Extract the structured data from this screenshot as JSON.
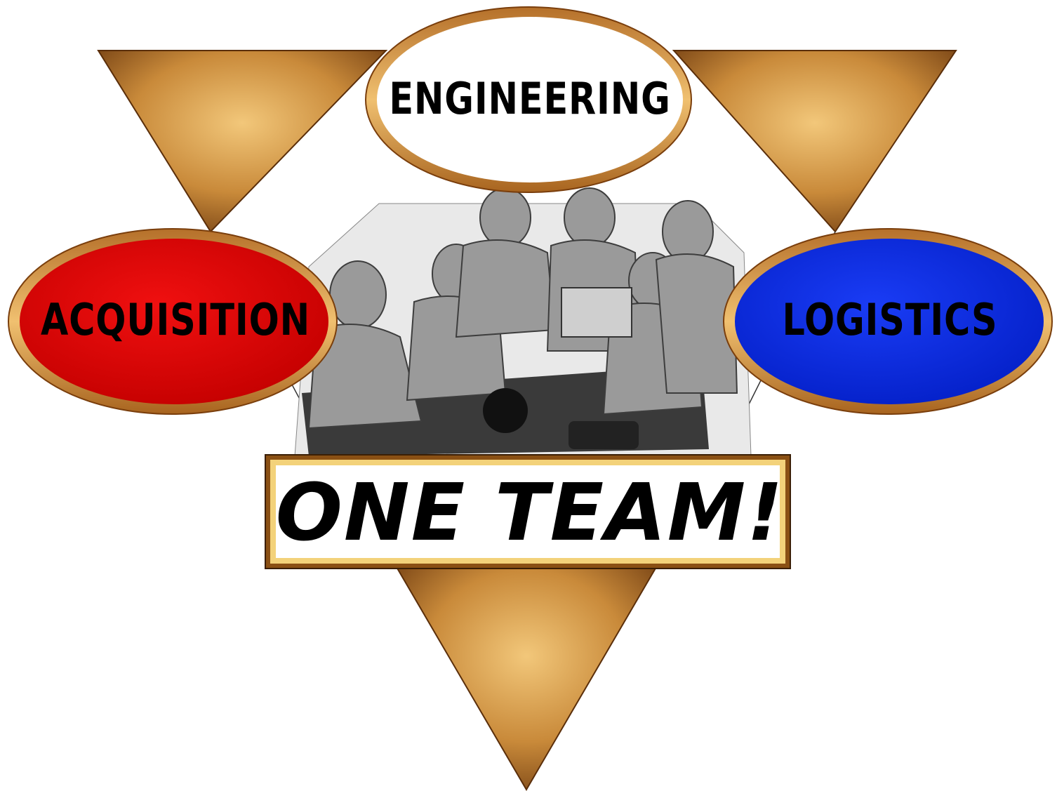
{
  "labels": {
    "engineering": "ENGINEERING",
    "acquisition": "ACQUISITION",
    "logistics": "LOGISTICS",
    "slogan": "ONE TEAM!"
  },
  "colors": {
    "triangle_gold": "#c88a3c",
    "triangle_shadow": "#6b3a10",
    "ellipse_rim": "#d9a04a",
    "acquisition_fill": "#d90000",
    "logistics_fill": "#0a2ee0",
    "engineering_fill": "#ffffff"
  },
  "illustration": "team-meeting-illustration"
}
